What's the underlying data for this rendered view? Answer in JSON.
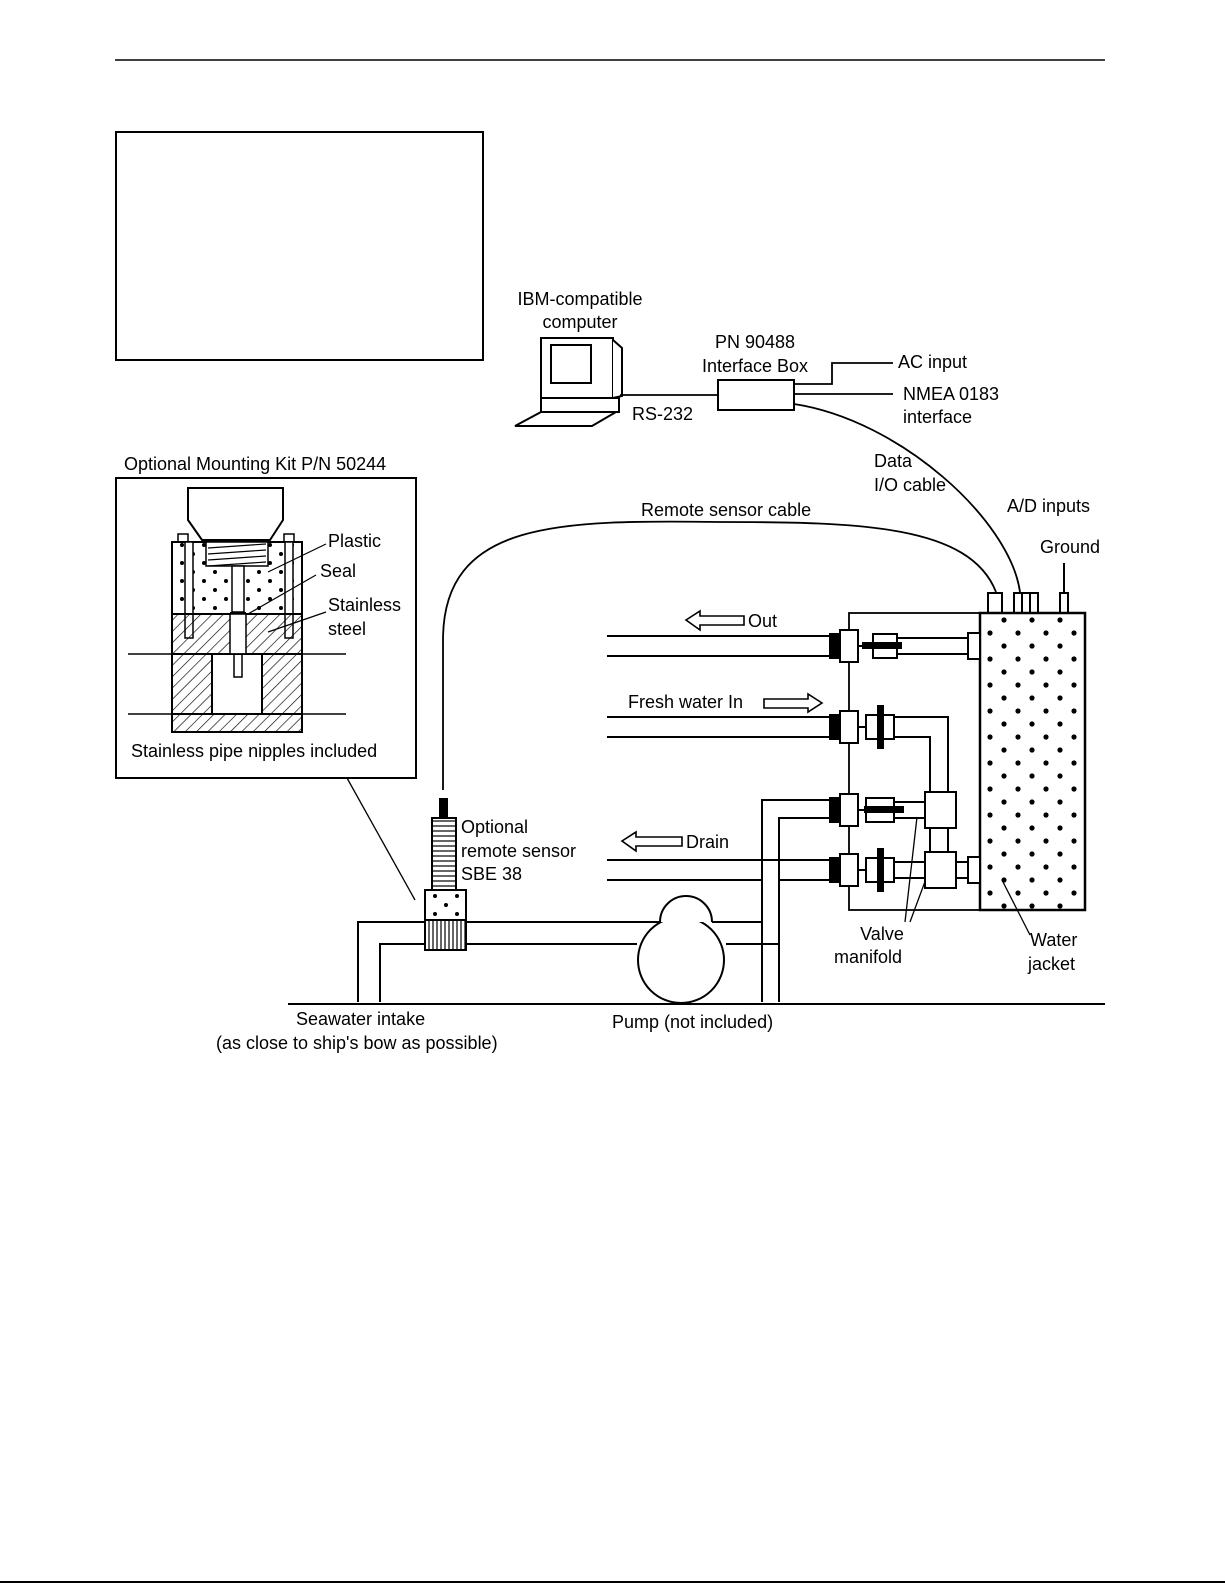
{
  "labels": {
    "computer_line1": "IBM-compatible",
    "computer_line2": "computer",
    "interface_box_line1": "PN 90488",
    "interface_box_line2": "Interface Box",
    "ac_input": "AC input",
    "nmea_line1": "NMEA 0183",
    "nmea_line2": "interface",
    "rs232": "RS-232",
    "data_io_line1": "Data",
    "data_io_line2": "I/O cable",
    "ad_inputs": "A/D inputs",
    "ground": "Ground",
    "remote_sensor_cable": "Remote sensor cable",
    "out": "Out",
    "fresh_water_in": "Fresh water In",
    "drain": "Drain",
    "optional_sensor_line1": "Optional",
    "optional_sensor_line2": "remote sensor",
    "optional_sensor_line3": "SBE 38",
    "valve_line1": "Valve",
    "valve_line2": "manifold",
    "water_jacket_line1": "Water",
    "water_jacket_line2": "jacket",
    "seawater_intake_line1": "Seawater intake",
    "seawater_intake_line2": "(as close to ship's bow as possible)",
    "pump": "Pump (not included)"
  },
  "mounting_kit": {
    "title": "Optional Mounting Kit P/N 50244",
    "plastic": "Plastic",
    "seal": "Seal",
    "stainless_line1": "Stainless",
    "stainless_line2": "steel",
    "caption": "Stainless pipe nipples included"
  }
}
